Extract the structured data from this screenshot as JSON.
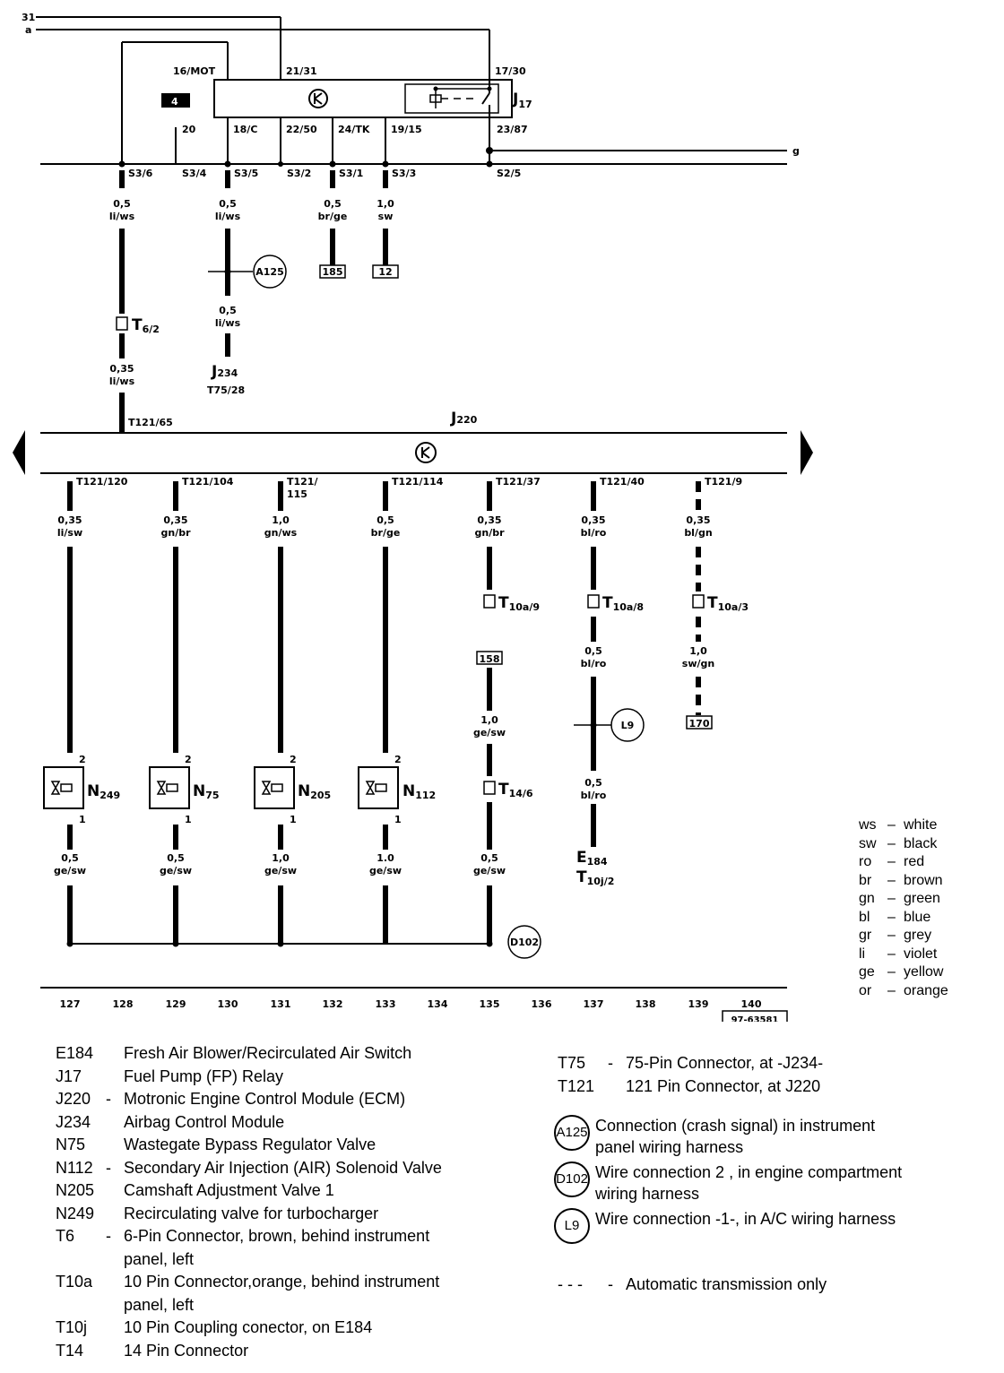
{
  "top_lines": {
    "line31": "31",
    "line_a": "a",
    "right_g": "g"
  },
  "relay": {
    "label": "J",
    "sub": "17",
    "badge": "4",
    "pins_top": [
      "16/MOT",
      "21/31",
      "17/30"
    ],
    "pins_bottom": [
      "18/C",
      "22/50",
      "24/TK",
      "19/15",
      "23/87"
    ],
    "pin_20": "20"
  },
  "splices": [
    "S3/6",
    "S3/4",
    "S3/5",
    "S3/2",
    "S3/1",
    "S3/3",
    "S2/5"
  ],
  "upper_wires": [
    {
      "size": "0,5",
      "color": "li/ws"
    },
    {
      "size": "0,5",
      "color": "li/ws"
    },
    {
      "size": "0,5",
      "color": "br/ge"
    },
    {
      "size": "1,0",
      "color": "sw"
    },
    {
      "size": "0,5",
      "color": "li/ws"
    },
    {
      "size": "0,35",
      "color": "li/ws"
    }
  ],
  "refs": {
    "r185": "185",
    "r12": "12",
    "r158": "158",
    "r170": "170"
  },
  "connectors": {
    "T6": "T",
    "T6_sub": "6/2",
    "J234": "J",
    "J234_sub": "234",
    "J234_pin": "T75/28",
    "A125": "A125",
    "T10a9": "T",
    "T10a9_sub": "10a/9",
    "T10a8": "T",
    "T10a8_sub": "10a/8",
    "T10a3": "T",
    "T10a3_sub": "10a/3",
    "T14": "T",
    "T14_sub": "14/6",
    "L9": "L9",
    "D102": "D102",
    "E184": "E",
    "E184_sub": "184",
    "T10j": "T",
    "T10j_sub": "10j/2"
  },
  "ecm": {
    "label": "J",
    "sub": "220",
    "pin_in": "T121/65",
    "pins_out": [
      "T121/120",
      "T121/104",
      "T121/",
      "115",
      "T121/114",
      "T121/37",
      "T121/40",
      "T121/9"
    ]
  },
  "lower_wires": [
    {
      "size": "0,35",
      "color": "li/sw"
    },
    {
      "size": "0,35",
      "color": "gn/br"
    },
    {
      "size": "1,0",
      "color": "gn/ws"
    },
    {
      "size": "0,5",
      "color": "br/ge"
    },
    {
      "size": "0,35",
      "color": "gn/br"
    },
    {
      "size": "0,35",
      "color": "bl/ro"
    },
    {
      "size": "0,35",
      "color": "bl/gn"
    },
    {
      "size": "0,5",
      "color": "bl/ro"
    },
    {
      "size": "1,0",
      "color": "sw/gn"
    },
    {
      "size": "1,0",
      "color": "ge/sw"
    },
    {
      "size": "0,5",
      "color": "bl/ro"
    }
  ],
  "valves": [
    {
      "label": "N",
      "sub": "249"
    },
    {
      "label": "N",
      "sub": "75"
    },
    {
      "label": "N",
      "sub": "205"
    },
    {
      "label": "N",
      "sub": "112"
    }
  ],
  "valve_pins": {
    "p1": "1",
    "p2": "2"
  },
  "ground_wires": [
    {
      "size": "0,5",
      "color": "ge/sw"
    },
    {
      "size": "0,5",
      "color": "ge/sw"
    },
    {
      "size": "1,0",
      "color": "ge/sw"
    },
    {
      "size": "1.0",
      "color": "ge/sw"
    },
    {
      "size": "0,5",
      "color": "ge/sw"
    }
  ],
  "grid_numbers": [
    "127",
    "128",
    "129",
    "130",
    "131",
    "132",
    "133",
    "134",
    "135",
    "136",
    "137",
    "138",
    "139",
    "140"
  ],
  "figure_id": "97-63581",
  "color_key": [
    {
      "code": "ws",
      "name": "white"
    },
    {
      "code": "sw",
      "name": "black"
    },
    {
      "code": "ro",
      "name": "red"
    },
    {
      "code": "br",
      "name": "brown"
    },
    {
      "code": "gn",
      "name": "green"
    },
    {
      "code": "bl",
      "name": "blue"
    },
    {
      "code": "gr",
      "name": "grey"
    },
    {
      "code": "li",
      "name": "violet"
    },
    {
      "code": "ge",
      "name": "yellow"
    },
    {
      "code": "or",
      "name": "orange"
    }
  ],
  "legend_left": [
    {
      "code": "E184",
      "dash": "",
      "text": "Fresh Air Blower/Recirculated Air Switch"
    },
    {
      "code": "J17",
      "dash": "",
      "text": "Fuel Pump (FP) Relay"
    },
    {
      "code": "J220",
      "dash": "-",
      "text": "Motronic Engine Control Module (ECM)"
    },
    {
      "code": "J234",
      "dash": "",
      "text": "Airbag Control Module"
    },
    {
      "code": "N75",
      "dash": "",
      "text": "Wastegate Bypass Regulator Valve"
    },
    {
      "code": "N112",
      "dash": "-",
      "text": "Secondary Air Injection (AIR) Solenoid Valve"
    },
    {
      "code": "N205",
      "dash": "",
      "text": "Camshaft Adjustment Valve 1"
    },
    {
      "code": "N249",
      "dash": "",
      "text": "Recirculating valve for turbocharger"
    },
    {
      "code": "T6",
      "dash": "-",
      "text": "6-Pin Connector, brown, behind instrument",
      "text2": "panel, left"
    },
    {
      "code": "T10a",
      "dash": "",
      "text": "10 Pin Connector,orange, behind instrument",
      "text2": "panel, left"
    },
    {
      "code": "T10j",
      "dash": "",
      "text": "10 Pin Coupling conector, on  E184"
    },
    {
      "code": "T14",
      "dash": "",
      "text": "14 Pin Connector"
    }
  ],
  "legend_right": [
    {
      "code": "T75",
      "dash": "-",
      "text": "75-Pin Connector, at -J234-"
    },
    {
      "code": "T121",
      "dash": "",
      "text": "121 Pin Connector, at  J220"
    }
  ],
  "legend_circles": [
    {
      "code": "A125",
      "text": "Connection (crash signal) in instrument",
      "text2": "panel wiring harness"
    },
    {
      "code": "D102",
      "text": "Wire connection  2 , in engine compartment",
      "text2": "wiring harness"
    },
    {
      "code": "L9",
      "text": "Wire connection -1-, in A/C  wiring harness",
      "text2": ""
    }
  ],
  "legend_note": {
    "symbol": "- - -",
    "dash": "-",
    "text": "Automatic transmission only"
  }
}
